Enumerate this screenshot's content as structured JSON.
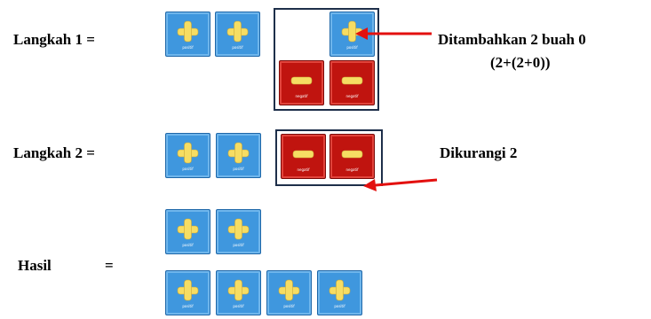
{
  "steps": {
    "step1_label": "Langkah 1 =",
    "step1_note_line1": "Ditambahkan 2 buah 0",
    "step1_note_line2": "(2+(2+0))",
    "step2_label": "Langkah 2 =",
    "step2_note": "Dikurangi 2",
    "result_label": "Hasil",
    "result_equals": "="
  },
  "tiles": {
    "positive_caption": "positif",
    "negative_caption": "negatif"
  },
  "colors": {
    "positive_tile": "#3f97de",
    "negative_tile": "#c0140f",
    "tile_symbol": "#f6dd63",
    "arrow": "#e3100f",
    "frame": "#1e2f4a"
  }
}
